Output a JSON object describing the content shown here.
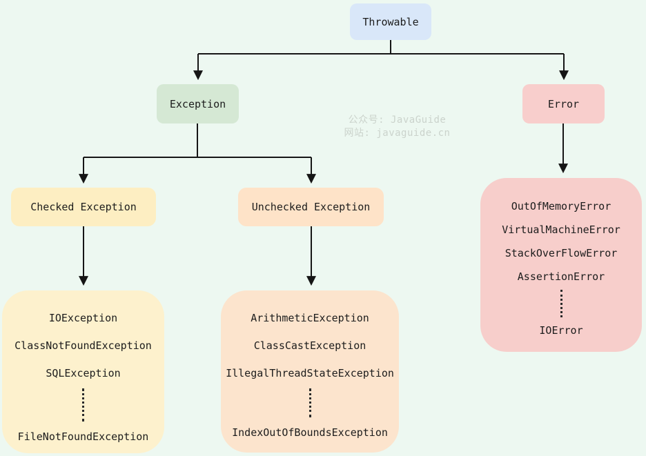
{
  "watermark": {
    "line1": "公众号: JavaGuide",
    "line2": "网站: javaguide.cn"
  },
  "colors": {
    "background": "#edf8f1",
    "line": "#151515",
    "text": "#1c1c1c",
    "watermark_text": "#cbd3cc"
  },
  "nodes": {
    "throwable": {
      "label": "Throwable",
      "fill": "#d9e7f9"
    },
    "exception": {
      "label": "Exception",
      "fill": "#d5e8d4"
    },
    "error": {
      "label": "Error",
      "fill": "#f8cecc"
    },
    "checked_exception": {
      "label": "Checked Exception",
      "fill": "#fdeec2"
    },
    "unchecked_exception": {
      "label": "Unchecked Exception",
      "fill": "#fee3c8"
    }
  },
  "lists": {
    "checked": {
      "fill": "#fdf1cd",
      "items": [
        "IOException",
        "ClassNotFoundException",
        "SQLException",
        "⋮",
        "FileNotFoundException"
      ]
    },
    "unchecked": {
      "fill": "#fce4cd",
      "items": [
        "ArithmeticException",
        "ClassCastException",
        "IllegalThreadStateException",
        "⋮",
        "IndexOutOfBoundsException"
      ]
    },
    "error": {
      "fill": "#f7cecb",
      "items": [
        "OutOfMemoryError",
        "VirtualMachineError",
        "StackOverFlowError",
        "AssertionError",
        "⋮",
        "IOError"
      ]
    }
  }
}
